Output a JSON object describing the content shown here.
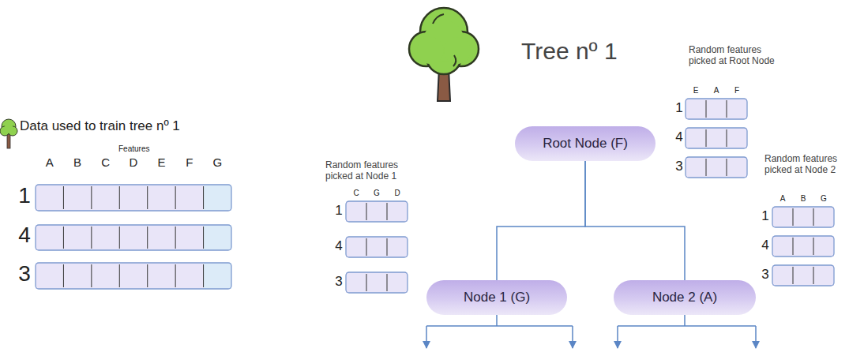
{
  "diagram": {
    "nodes": [
      {
        "text": [
          "Root Node (F)"
        ]
      },
      {
        "text": [
          "Node 1 (G)"
        ]
      },
      {
        "text": [
          "Node 2 (A)"
        ]
      }
    ],
    "edges": [
      {
        "from": 0,
        "to": 1,
        "arrow": "none"
      },
      {
        "from": 0,
        "to": 2,
        "arrow": "none"
      }
    ],
    "labels": [
      "Data used to train tree nº 1",
      "Features",
      "A",
      "B",
      "C",
      "D",
      "E",
      "F",
      "G",
      "1",
      "4",
      "3",
      "Tree nº 1",
      "Random features picked at Root Node",
      "E",
      "A",
      "F",
      "1",
      "4",
      "3",
      "Random features picked at Node 1",
      "C",
      "G",
      "D",
      "1",
      "4",
      "3",
      "Random features picked at Node 2",
      "A",
      "B",
      "G",
      "1",
      "4",
      "3"
    ]
  }
}
